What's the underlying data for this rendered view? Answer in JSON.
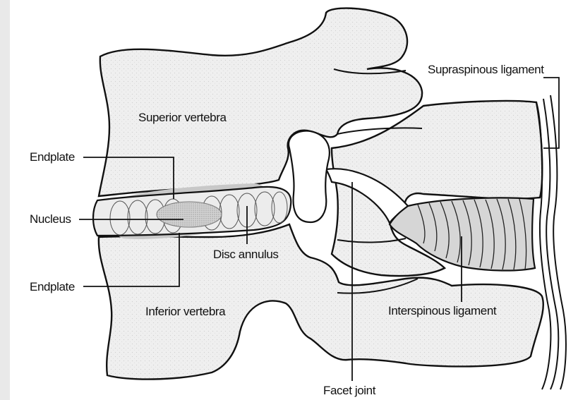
{
  "diagram": {
    "labels": {
      "superior_vertebra": "Superior vertebra",
      "inferior_vertebra": "Inferior vertebra",
      "endplate_top": "Endplate",
      "endplate_bottom": "Endplate",
      "nucleus": "Nucleus",
      "disc_annulus": "Disc annulus",
      "supraspinous_ligament": "Supraspinous ligament",
      "interspinous_ligament": "Interspinous ligament",
      "facet_joint": "Facet joint"
    },
    "colors": {
      "bone_fill": "#eeeeee",
      "outline": "#111111",
      "disc_shadow": "#c8c8c8",
      "ligament_fill": "#d6d6d6",
      "left_frame": "#e9e9e9"
    }
  }
}
